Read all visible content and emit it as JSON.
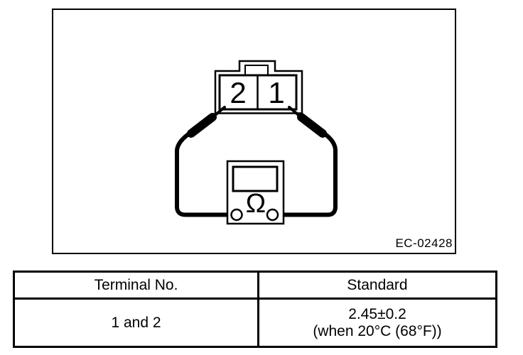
{
  "colors": {
    "ink": "#000000",
    "background": "#ffffff"
  },
  "figure": {
    "code": "EC-02428",
    "connector": {
      "left_cavity_label": "2",
      "right_cavity_label": "1"
    },
    "meter": {
      "dial_symbol": "Ω"
    }
  },
  "table": {
    "headers": [
      "Terminal No.",
      "Standard"
    ],
    "rows": [
      {
        "terminal": "1 and 2",
        "standard": [
          "2.45±0.2",
          "(when 20°C (68°F))"
        ]
      }
    ]
  }
}
